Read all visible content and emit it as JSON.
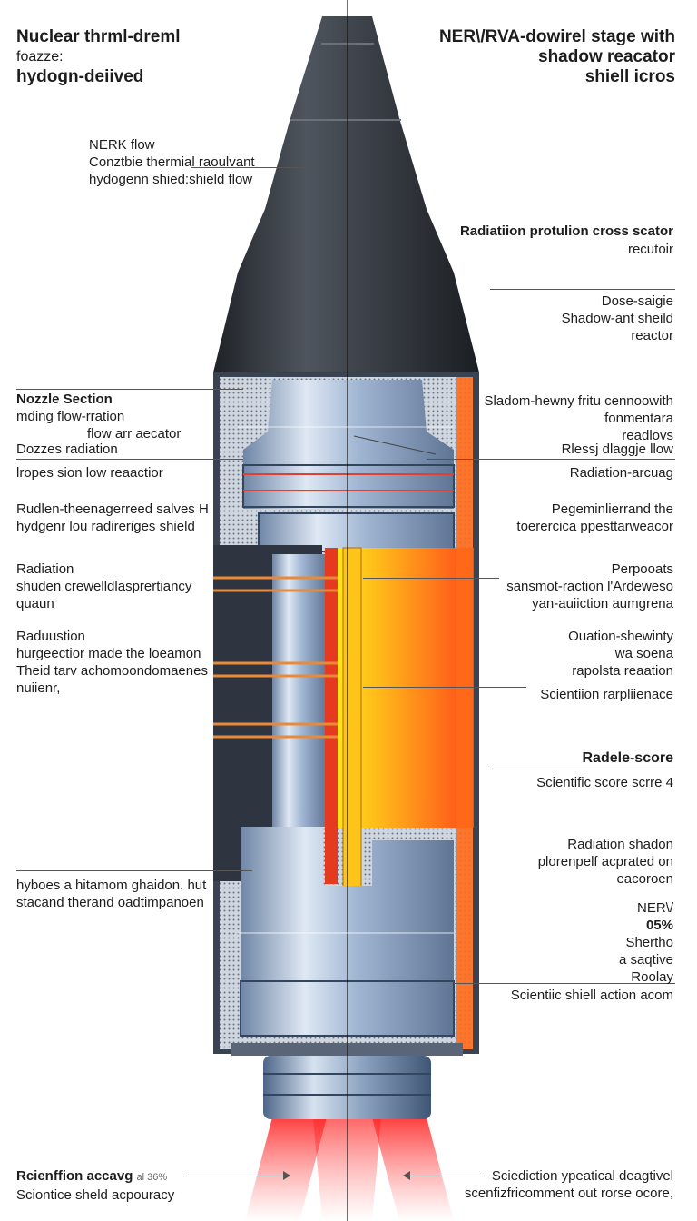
{
  "title_left": {
    "line1": "Nuclear thrml-dreml",
    "line2": "foazze:",
    "line3": "hydogn-deiived"
  },
  "title_right": {
    "line1": "NER\\/RVA-dowirel stage with",
    "line2": "shadow reacator",
    "line3": "shiell icros"
  },
  "labels_left": [
    {
      "lines": [
        "NERK flow",
        "Conztbie thermial raoulvant",
        "hydogenn shied:shield flow"
      ]
    },
    {
      "lines": [
        "Nozzle Section",
        "mding flow-rration",
        "flow arr aecator"
      ]
    },
    {
      "lines": [
        "Dozzes radiation"
      ]
    },
    {
      "lines": [
        "lropes sion low  reaactior"
      ]
    },
    {
      "lines": [
        "Rudlen-theenagerreed salves H",
        "hydgenr lou radireriges shield"
      ]
    },
    {
      "lines": [
        "Radiation",
        "shuden  crewelldlasprertiancy",
        "quaun"
      ]
    },
    {
      "lines": [
        "Raduustion",
        "hurgeectior made the loeamon",
        "Theid tarv achomoondomaenes",
        "nuiienr,"
      ]
    },
    {
      "lines": [
        "hyboes a hitamom ghaidon. hut",
        "stacand therand oadtimpanoen"
      ]
    },
    {
      "lines": [
        "Rcienffion accavg",
        "Sciontice sheld acpouracy"
      ]
    }
  ],
  "bottom_left_small": "al 36%",
  "labels_right": [
    {
      "lines": [
        "Radiatiion protulion cross scator",
        "recutoir"
      ]
    },
    {
      "lines": [
        "Dose-saigie",
        "Shadow-ant sheild",
        "reactor"
      ]
    },
    {
      "lines": [
        "Sladom-hewny fritu cennoowith",
        "fonmentara",
        "readlovs"
      ]
    },
    {
      "lines": [
        "Rlessj dlaggje llow"
      ]
    },
    {
      "lines": [
        "Radiation-arcuag"
      ]
    },
    {
      "lines": [
        "Pegeminlierrand the",
        "toerercica ppesttarweacor"
      ]
    },
    {
      "lines": [
        "Perpooats",
        "sansmot-raction  l'Ardeweso",
        "yan-auiiction aumgrena"
      ]
    },
    {
      "lines": [
        "Ouation-shewinty",
        "wa soena",
        "rapolsta reaation"
      ]
    },
    {
      "lines": [
        "Scientiion rarpliienace"
      ]
    },
    {
      "lines": [
        "Radele-score"
      ]
    },
    {
      "lines": [
        "Scientific score scrre 4"
      ]
    },
    {
      "lines": [
        "Radiation shadon",
        "plorenpelf acprated on",
        "eacoroen"
      ]
    },
    {
      "lines": [
        "NER\\/",
        "05%",
        "Shertho",
        "a saqtive",
        "Roolay"
      ]
    },
    {
      "lines": [
        "Scientiic shiell action acom"
      ]
    },
    {
      "lines": [
        "Sciediction ypeatical deagtivel",
        "scenfizfricomment out rorse ocore,"
      ]
    }
  ],
  "colors": {
    "nose_dark": "#2e3238",
    "nose_mid": "#4a5058",
    "body_steel": "#8fa8c8",
    "core_hot": "#ff7a1a",
    "core_yellow": "#ffd21a",
    "shield_dark": "#2f3540",
    "exhaust": "#ff3030",
    "orange_lines": "#e88a3a"
  }
}
